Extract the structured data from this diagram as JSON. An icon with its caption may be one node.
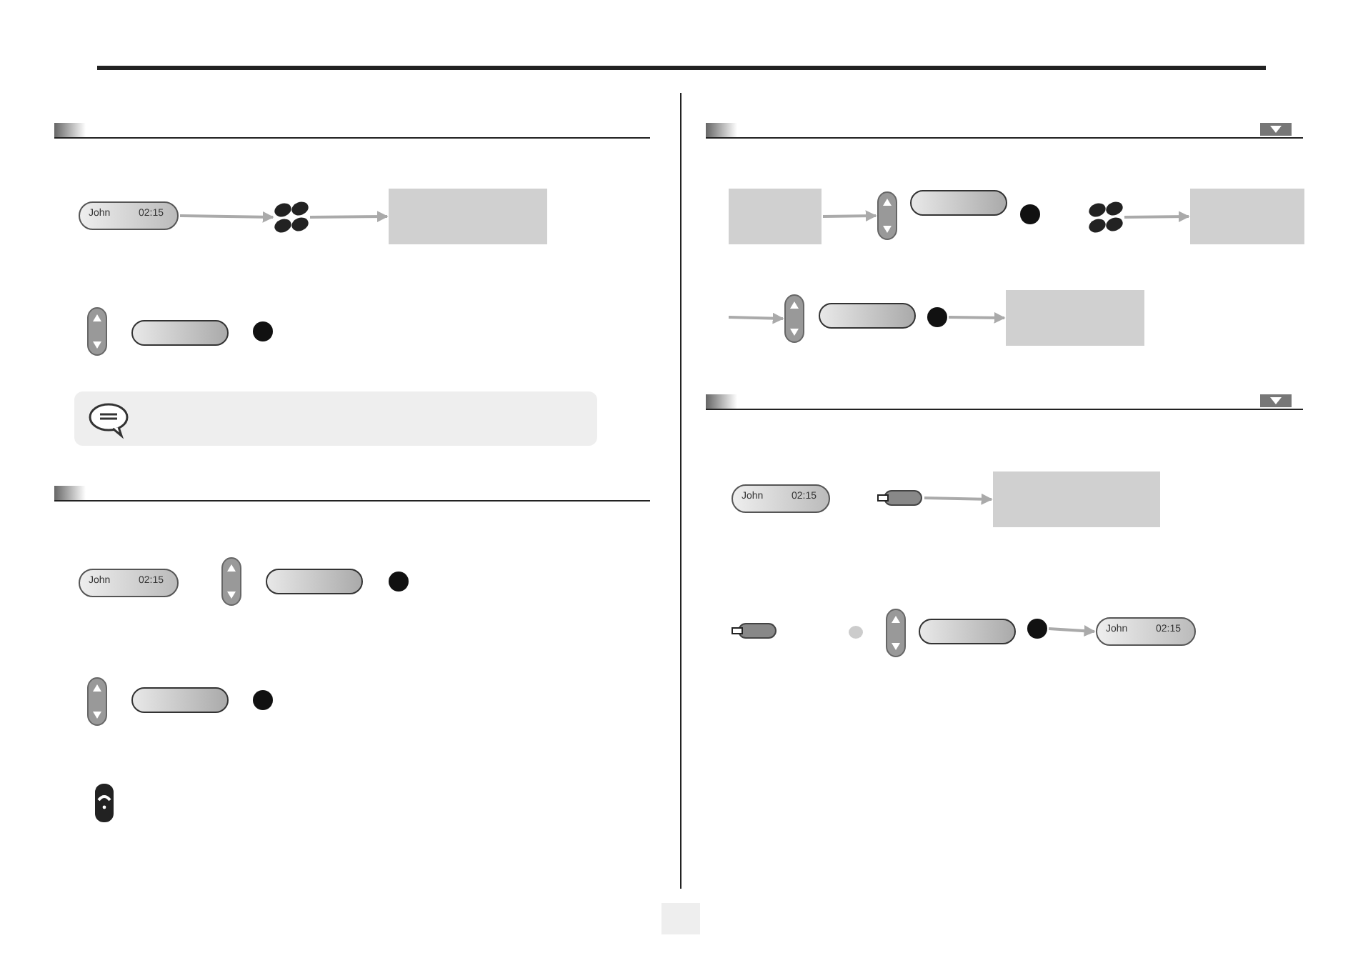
{
  "diagram": {
    "nodes": [
      {
        "text": [
          "John",
          "02:15"
        ]
      },
      {
        "text": [],
        "shape": "picture"
      },
      {
        "text": [],
        "shape": "box"
      },
      {
        "text": [
          "John",
          "02:15"
        ]
      },
      {
        "text": [],
        "shape": "box"
      },
      {
        "text": [],
        "shape": "button"
      },
      {
        "text": [],
        "shape": "picture"
      },
      {
        "text": [],
        "shape": "box"
      },
      {
        "text": [],
        "shape": "button"
      },
      {
        "text": [],
        "shape": "circle"
      },
      {
        "text": [],
        "shape": "box"
      },
      {
        "text": [
          "John",
          "02:15"
        ]
      },
      {
        "text": [],
        "shape": "key"
      },
      {
        "text": [],
        "shape": "box"
      },
      {
        "text": [],
        "shape": "circle"
      },
      {
        "text": [
          "John",
          "02:15"
        ]
      }
    ],
    "edges": [
      {
        "from": 0,
        "to": 1,
        "arrow": "to"
      },
      {
        "from": 1,
        "to": 2,
        "arrow": "to"
      },
      {
        "from": 4,
        "to": 5,
        "arrow": "to"
      },
      {
        "from": 6,
        "to": 7,
        "arrow": "to"
      },
      {
        "from": null,
        "to": 8,
        "arrow": "to"
      },
      {
        "from": 9,
        "to": 10,
        "arrow": "to"
      },
      {
        "from": 12,
        "to": 13,
        "arrow": "to"
      },
      {
        "from": 14,
        "to": 15,
        "arrow": "to"
      }
    ]
  }
}
